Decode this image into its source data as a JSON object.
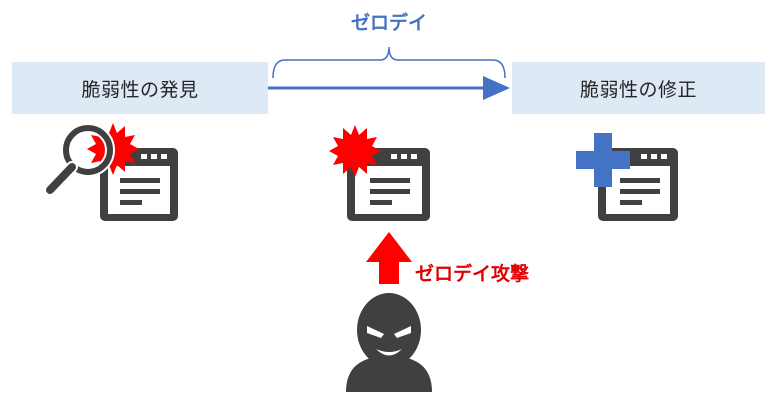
{
  "labels": {
    "discovery": "脆弱性の発見",
    "fix": "脆弱性の修正",
    "zero_day": "ゼロデイ",
    "zero_day_attack": "ゼロデイ攻撃"
  },
  "icons": {
    "left": "magnifier-browser-alert-icon",
    "center": "browser-alert-icon",
    "right": "browser-patch-icon",
    "attacker": "hacker-icon",
    "attack_arrow": "up-arrow-icon"
  },
  "colors": {
    "box_fill": "#dde9f5",
    "timeline_blue": "#4472c4",
    "alert_red": "#ff0000",
    "attack_red": "#e00000",
    "icon_gray": "#404040",
    "patch_blue": "#4472c4"
  }
}
